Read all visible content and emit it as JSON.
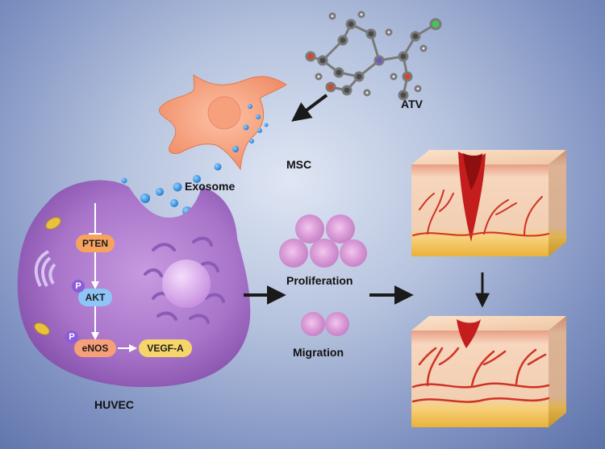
{
  "labels": {
    "atv": "ATV",
    "msc": "MSC",
    "exosome": "Exosome",
    "huvec": "HUVEC",
    "proliferation": "Proliferation",
    "migration": "Migration"
  },
  "pathway": {
    "pten": "PTEN",
    "akt": "AKT",
    "enos": "eNOS",
    "vegfa": "VEGF-A",
    "phospho": "P"
  },
  "colors": {
    "cell_purple": "#a874c9",
    "msc_orange": "#f6a27e",
    "exosome_blue": "#2f8fe0",
    "blood_red": "#c41d1d",
    "skin_tone": "#f1cfb0",
    "fat_yellow": "#f4c43a"
  }
}
